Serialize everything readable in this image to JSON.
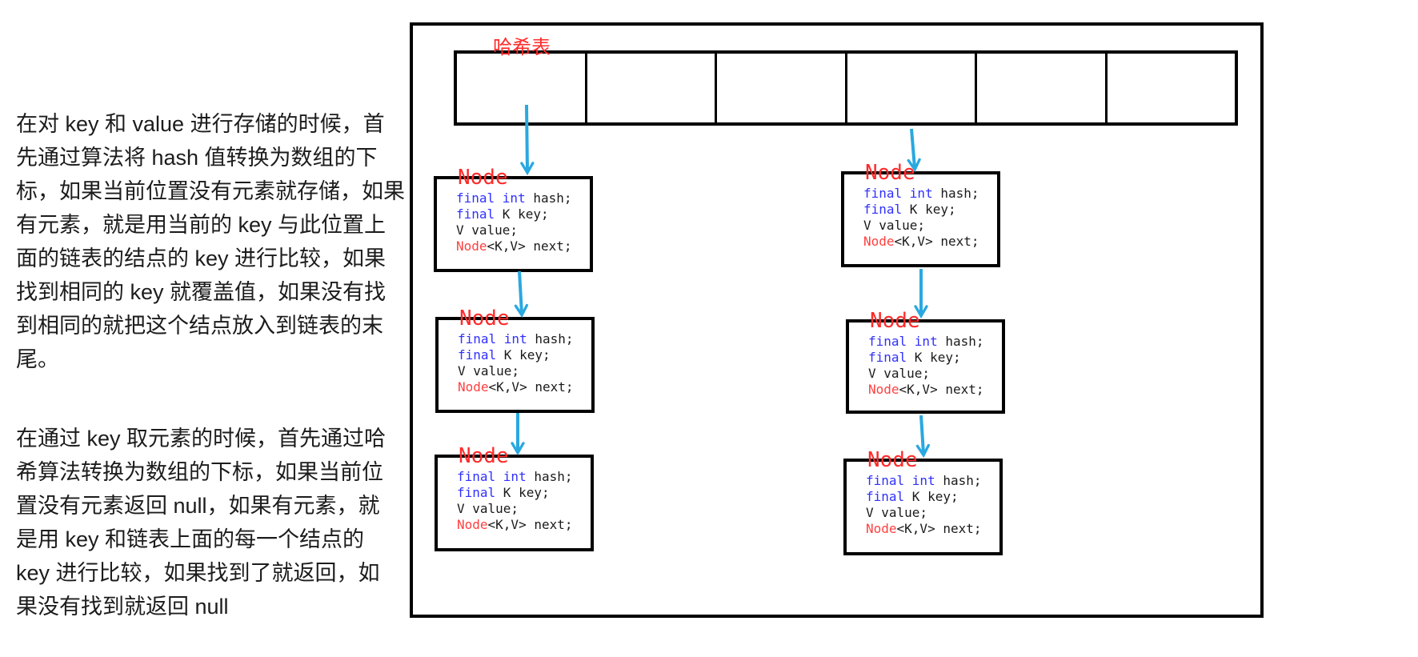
{
  "left_text": {
    "paragraph1": "在对 key 和 value 进行存储的时候，首\n先通过算法将 hash 值转换为数组的下\n标，如果当前位置没有元素就存储，如果\n有元素，就是用当前的 key 与此位置上\n面的链表的结点的 key 进行比较，如果\n找到相同的 key 就覆盖值，如果没有找\n到相同的就把这个结点放入到链表的末\n尾。",
    "paragraph2": "在通过 key 取元素的时候，首先通过哈\n希算法转换为数组的下标，如果当前位\n置没有元素返回 null，如果有元素，就\n是用 key 和链表上面的每一个结点的\nkey 进行比较，如果找到了就返回，如\n果没有找到就返回 null"
  },
  "diagram": {
    "hash_table_label": "哈希表",
    "array_cell_count": 6,
    "node_title": "Node",
    "code": {
      "line1_kw": "final int",
      "line1_rest": " hash;",
      "line2_kw": "final",
      "line2_rest": " K key;",
      "line3": "V value;",
      "line4_type": "Node",
      "line4_rest": "<K,V> next;"
    },
    "colors": {
      "arrow_cyan": "#2aa8e0",
      "label_red": "#ff2a2a",
      "keyword_blue": "#3030ff",
      "type_red": "#ff4040",
      "border_black": "#000000"
    }
  }
}
